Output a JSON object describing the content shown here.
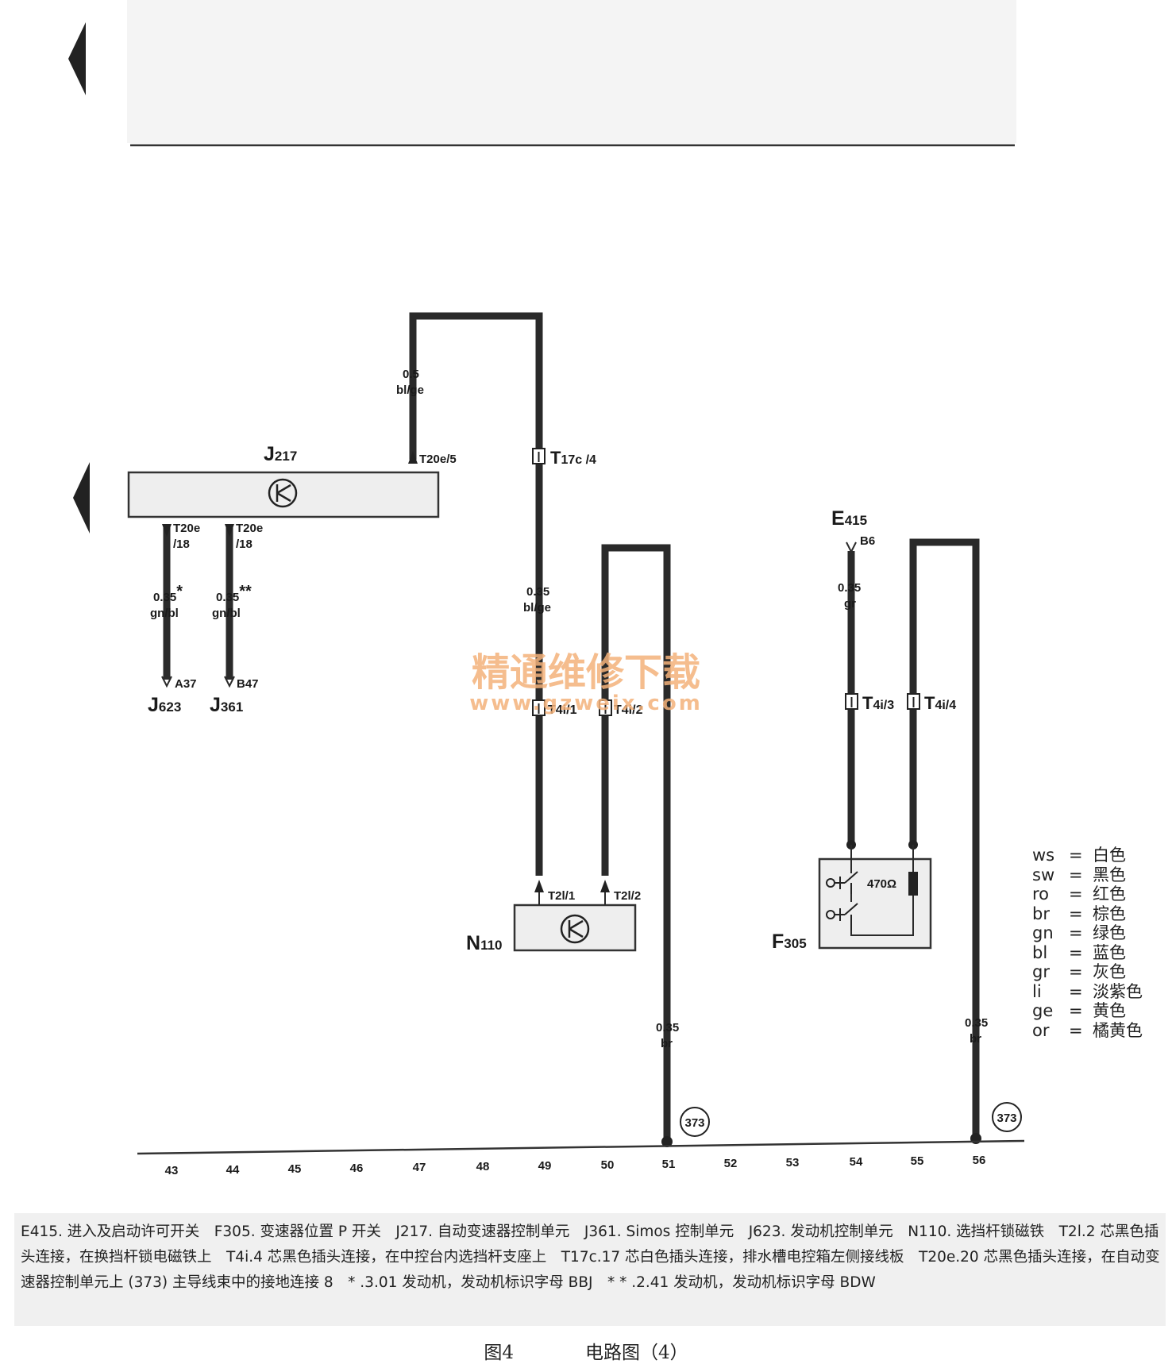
{
  "components": {
    "J217": {
      "letter": "J",
      "sub": "217"
    },
    "N110": {
      "letter": "N",
      "sub": "110"
    },
    "E415": {
      "letter": "E",
      "sub": "415"
    },
    "F305": {
      "letter": "F",
      "sub": "305"
    },
    "J623": {
      "letter": "J",
      "sub": "623"
    },
    "J361": {
      "letter": "J",
      "sub": "361"
    },
    "resistor": "470Ω"
  },
  "pins": {
    "t20e5": "T20e/5",
    "t20e18_a_top": "T20e",
    "t20e18_a_bot": "/18",
    "t20e18_b_top": "T20e",
    "t20e18_b_bot": "/18",
    "a37": "A37",
    "b47": "B47",
    "t17c4_main": "T",
    "t17c4_sub": "17c /4",
    "t4i1": "T4i/1",
    "t4i2": "T4i/2",
    "t2l1": "T2l/1",
    "t2l2": "T2l/2",
    "b6": "B6",
    "t4i3_main": "T",
    "t4i3_sub": "4i/3",
    "t4i4_main": "T",
    "t4i4_sub": "4i/4"
  },
  "wires": {
    "w1_size": "0.5",
    "w1_color": "bl/ge",
    "w2_size": "0.35",
    "w2_mark": "*",
    "w2_color": "gn/bl",
    "w3_size": "0.35",
    "w3_mark": "**",
    "w3_color": "gn/bl",
    "w4_size": "0.35",
    "w4_color": "bl/ge",
    "w5_size": "0.35",
    "w5_color": "gr",
    "w6_size": "0.35",
    "w6_color": "br",
    "w7_size": "0.35",
    "w7_color": "br"
  },
  "ground": {
    "g1": "373",
    "g2": "373"
  },
  "watermark": {
    "cn": "精通维修下载",
    "url": "www.gzweix.com"
  },
  "track_numbers": [
    "43",
    "44",
    "45",
    "46",
    "47",
    "48",
    "49",
    "50",
    "51",
    "52",
    "53",
    "54",
    "55",
    "56"
  ],
  "legend": [
    {
      "code": "ws",
      "eq": "=",
      "name": "白色"
    },
    {
      "code": "sw",
      "eq": "=",
      "name": "黑色"
    },
    {
      "code": "ro",
      "eq": "=",
      "name": "红色"
    },
    {
      "code": "br",
      "eq": "=",
      "name": "棕色"
    },
    {
      "code": "gn",
      "eq": "=",
      "name": "绿色"
    },
    {
      "code": "bl",
      "eq": "=",
      "name": "蓝色"
    },
    {
      "code": "gr",
      "eq": "=",
      "name": "灰色"
    },
    {
      "code": "li",
      "eq": "=",
      "name": "淡紫色"
    },
    {
      "code": "ge",
      "eq": "=",
      "name": "黄色"
    },
    {
      "code": "or",
      "eq": "=",
      "name": "橘黄色"
    }
  ],
  "caption": "E415. 进入及启动许可开关　F305. 变速器位置 P 开关　J217. 自动变速器控制单元　J361. Simos 控制单元　J623. 发动机控制单元　N110. 选挡杆锁磁铁　T2l.2 芯黑色插头连接，在换挡杆锁电磁铁上　T4i.4 芯黑色插头连接，在中控台内选挡杆支座上　T17c.17 芯白色插头连接，排水槽电控箱左侧接线板　T20e.20 芯黑色插头连接，在自动变速器控制单元上 (373) 主导线束中的接地连接 8　* .3.01 发动机，发动机标识字母 BBJ　* * .2.41 发动机，发动机标识字母 BDW",
  "figure": {
    "number": "图4",
    "title": "电路图（4）"
  }
}
